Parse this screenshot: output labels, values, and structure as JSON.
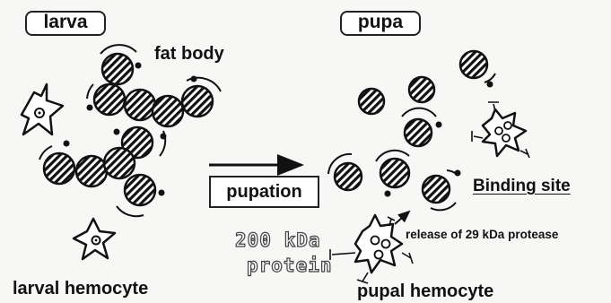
{
  "labels": {
    "larva": "larva",
    "pupa": "pupa",
    "fat_body": "fat body",
    "pupation": "pupation",
    "binding_site": "Binding site",
    "release": "release of 29 kDa protease",
    "protein_line1": "200 kDa",
    "protein_line2": "protein",
    "larval_hemocyte": "larval hemocyte",
    "pupal_hemocyte": "pupal hemocyte"
  },
  "colors": {
    "ink": "#111111",
    "background": "#f7f7f6"
  }
}
